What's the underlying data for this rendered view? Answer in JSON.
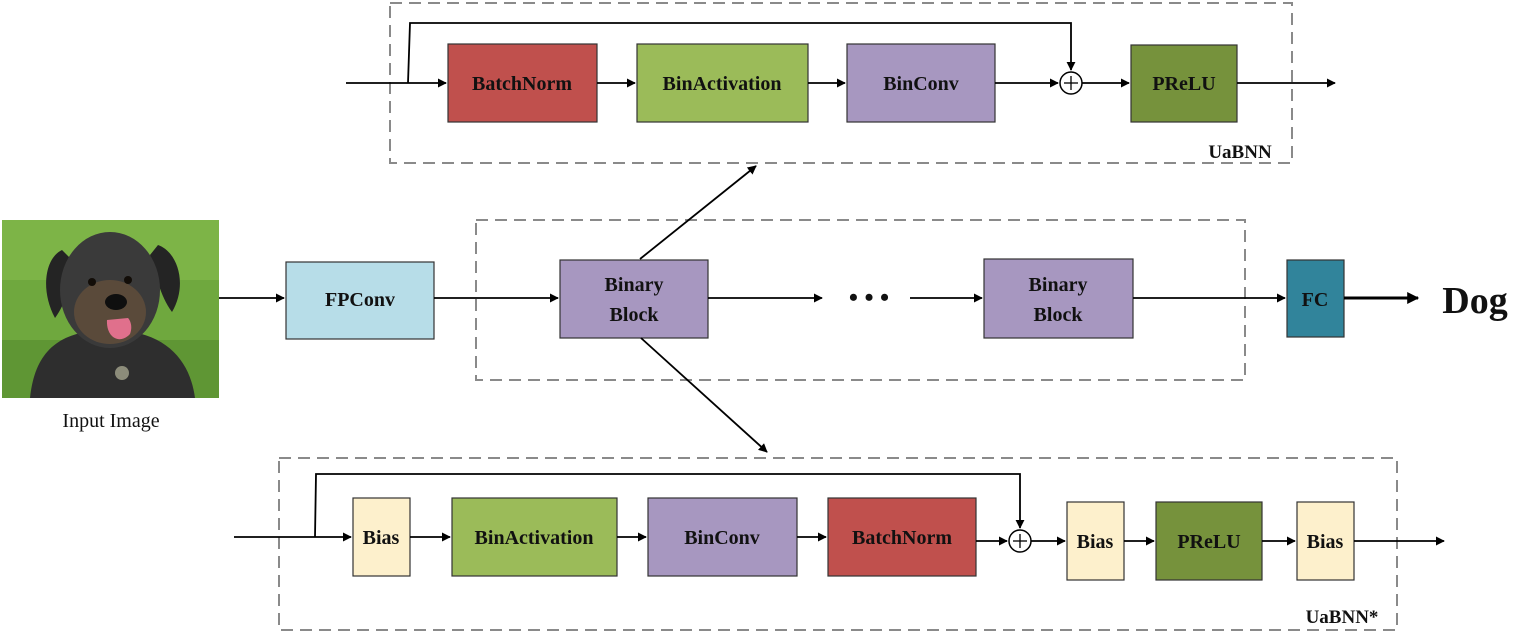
{
  "input": {
    "label": "Input Image"
  },
  "output": {
    "label": "Dog"
  },
  "main": {
    "fpconv": "FPConv",
    "binary_block_1": [
      "Binary",
      "Block"
    ],
    "ellipsis": "• • •",
    "binary_block_2": [
      "Binary",
      "Block"
    ],
    "fc": "FC"
  },
  "top": {
    "group_label": "UaBNN",
    "batchnorm": "BatchNorm",
    "binactivation": "BinActivation",
    "binconv": "BinConv",
    "prelu": "PReLU"
  },
  "bottom": {
    "group_label": "UaBNN*",
    "bias_1": "Bias",
    "binactivation": "BinActivation",
    "binconv": "BinConv",
    "batchnorm": "BatchNorm",
    "bias_2": "Bias",
    "prelu": "PReLU",
    "bias_3": "Bias"
  },
  "colors": {
    "batchnorm": "#c0504d",
    "binactivation": "#9bbb59",
    "binconv": "#a797c0",
    "prelu": "#76923c",
    "fpconv": "#b7dde8",
    "fc": "#31849b",
    "bias": "#fdf0cc"
  }
}
